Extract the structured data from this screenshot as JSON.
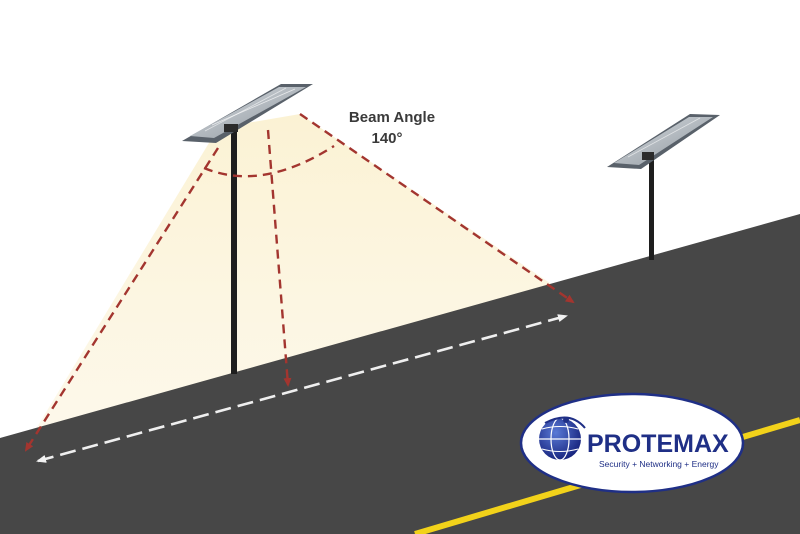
{
  "labels": {
    "beam_angle_title": "Beam Angle",
    "beam_angle_value": "140°"
  },
  "logo": {
    "name": "PROTEMAX",
    "tagline": "Security + Networking + Energy"
  },
  "colors": {
    "background": "#ffffff",
    "road": "#474747",
    "center_line": "#f2d21a",
    "beam_lines": "#a3352f",
    "light_cone": "#fbf4dc",
    "pole": "#1e1e1e",
    "logo_blue": "#1f2f86"
  }
}
